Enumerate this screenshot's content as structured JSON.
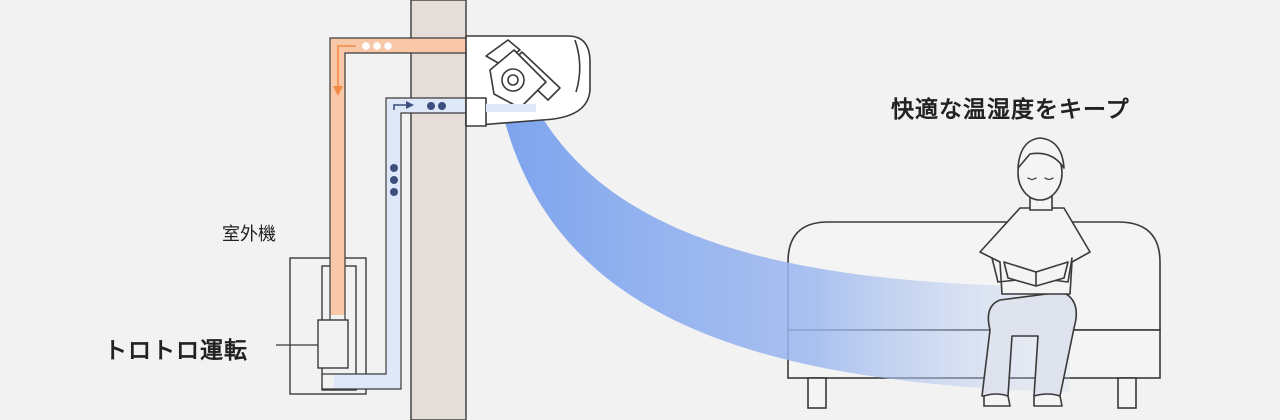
{
  "labels": {
    "outdoor_unit": "室外機",
    "slow_operation": "トロトロ運転",
    "comfort": "快適な温湿度をキープ"
  },
  "colors": {
    "background": "#f2f2f2",
    "wall": "#e5ddd8",
    "hot_pipe": "#f8c8a9",
    "hot_arrow": "#f28a45",
    "cold_pipe": "#dfe8f8",
    "cold_accent": "#3c4f7e",
    "airflow": "#7ea4ee",
    "outline": "#3a3a3a"
  },
  "icons": [
    "air-conditioner-icon",
    "person-reading-icon",
    "sofa-icon",
    "outdoor-unit-icon"
  ]
}
